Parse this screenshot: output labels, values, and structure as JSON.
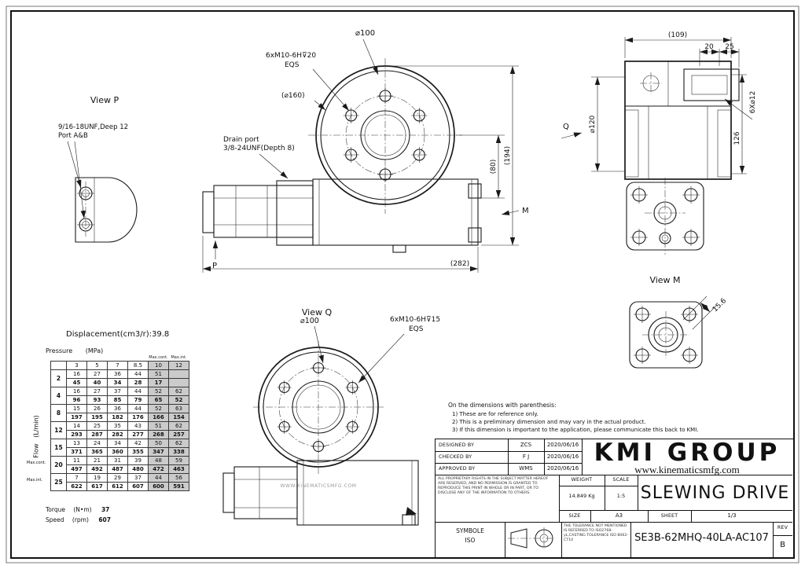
{
  "colors": {
    "line": "#1a1a1a",
    "shade": "#cbcbcb",
    "watermark": "#9a9a9a"
  },
  "views": {
    "p": {
      "label": "View P",
      "port_note1": "9/16-18UNF,Deep 12",
      "port_note2": "Port A&B"
    },
    "front": {
      "d100": "⌀100",
      "bolt1": "6xM10-6H⊽20",
      "bolt2": "EQS",
      "d160": "(⌀160)",
      "drain1": "Drain port",
      "drain2": "3/8-24UNF(Depth 8)",
      "w282": "(282)",
      "h194": "(194)",
      "h80": "(80)",
      "p": "P",
      "m": "M"
    },
    "side": {
      "w109": "(109)",
      "w20": "20",
      "w25": "25",
      "d120": "⌀120",
      "h126": "126",
      "holes": "6X⌀12",
      "q": "Q"
    },
    "m": {
      "label": "View M",
      "dim": "15.6"
    },
    "q": {
      "label": "View Q",
      "d100": "⌀100",
      "bolt1": "6xM10-6H⊽15",
      "bolt2": "EQS",
      "watermark": "WWW.KINEMATICSMFG.COM"
    }
  },
  "table": {
    "title": "Displacement(cm3/r):39.8",
    "pressure_label": "Pressure",
    "pressure_unit": "(MPa)",
    "flow_label": "Flow",
    "flow_unit": "(L/min)",
    "max_cont": "Max.cont.",
    "max_int": "Max.int.",
    "pressures": [
      "3",
      "5",
      "7",
      "8.5",
      "10",
      "12"
    ],
    "rows": [
      {
        "flow": "2",
        "torque": [
          "16",
          "27",
          "36",
          "44",
          "51",
          ""
        ],
        "speed": [
          "45",
          "40",
          "34",
          "28",
          "17",
          ""
        ]
      },
      {
        "flow": "4",
        "torque": [
          "16",
          "27",
          "37",
          "44",
          "52",
          "62"
        ],
        "speed": [
          "96",
          "93",
          "85",
          "79",
          "65",
          "52"
        ]
      },
      {
        "flow": "8",
        "torque": [
          "15",
          "26",
          "36",
          "44",
          "52",
          "63"
        ],
        "speed": [
          "197",
          "195",
          "182",
          "176",
          "166",
          "154"
        ]
      },
      {
        "flow": "12",
        "torque": [
          "14",
          "25",
          "35",
          "43",
          "51",
          "62"
        ],
        "speed": [
          "293",
          "287",
          "282",
          "277",
          "268",
          "257"
        ]
      },
      {
        "flow": "15",
        "torque": [
          "13",
          "24",
          "34",
          "42",
          "50",
          "62"
        ],
        "speed": [
          "371",
          "365",
          "360",
          "355",
          "347",
          "338"
        ]
      },
      {
        "flow": "20",
        "torque": [
          "11",
          "21",
          "31",
          "39",
          "48",
          "59"
        ],
        "speed": [
          "497",
          "492",
          "487",
          "480",
          "472",
          "463"
        ]
      },
      {
        "flow": "25",
        "torque": [
          "7",
          "19",
          "29",
          "37",
          "44",
          "56"
        ],
        "speed": [
          "622",
          "617",
          "612",
          "607",
          "600",
          "591"
        ]
      }
    ],
    "torque_label": "Torque",
    "torque_unit": "(N•m)",
    "torque_value": "37",
    "speed_label": "Speed",
    "speed_unit": "(rpm)",
    "speed_value": "607"
  },
  "notes": {
    "heading": "On the dimensions with parenthesis:",
    "items": [
      "1) These are for reference only.",
      "2) This is a preliminary dimension and may vary in the actual product.",
      "3) If this dimension is important to the application, please communicate this back to KMI."
    ]
  },
  "title_block": {
    "designed_label": "DESIGNED BY",
    "designed_name": "ZCS",
    "designed_date": "2020/06/16",
    "checked_label": "CHECKED BY",
    "checked_name": "F J",
    "checked_date": "2020/06/16",
    "approved_label": "APPROVED BY",
    "approved_name": "WMS",
    "approved_date": "2020/06/16",
    "company": "KMI GROUP",
    "website": "www.kinematicsmfg.com",
    "proprietary": "ALL PROPRIETARY RIGHTS IN THE SUBJECT MATTER HEREOF ARE RESERVED, AND NO PERMISSION IS GRANTED TO REPRODUCE THIS PRINT IN WHOLE OR IN PART, OR TO DISCLOSE ANY OF THE INFORMATION TO OTHERS.",
    "weight_label": "WEIGHT",
    "weight_value": "14.849 Kg",
    "scale_label": "SCALE",
    "scale_value": "1:5",
    "product_title": "SLEWING DRIVE",
    "size_label": "SIZE",
    "size_value": "A3",
    "sheet_label": "SHEET",
    "sheet_value": "1/3",
    "symbole_label": "SYMBOLE",
    "iso_label": "ISO",
    "tolerance_note": "THE TOLERANCE NOT MENTIONED IS REFERRED TO ISO2768-yL,CASTING TOLERANCE ISO 8062-CT10",
    "part_number": "SE3B-62MHQ-40LA-AC107",
    "rev_label": "REV",
    "rev_value": "B"
  }
}
